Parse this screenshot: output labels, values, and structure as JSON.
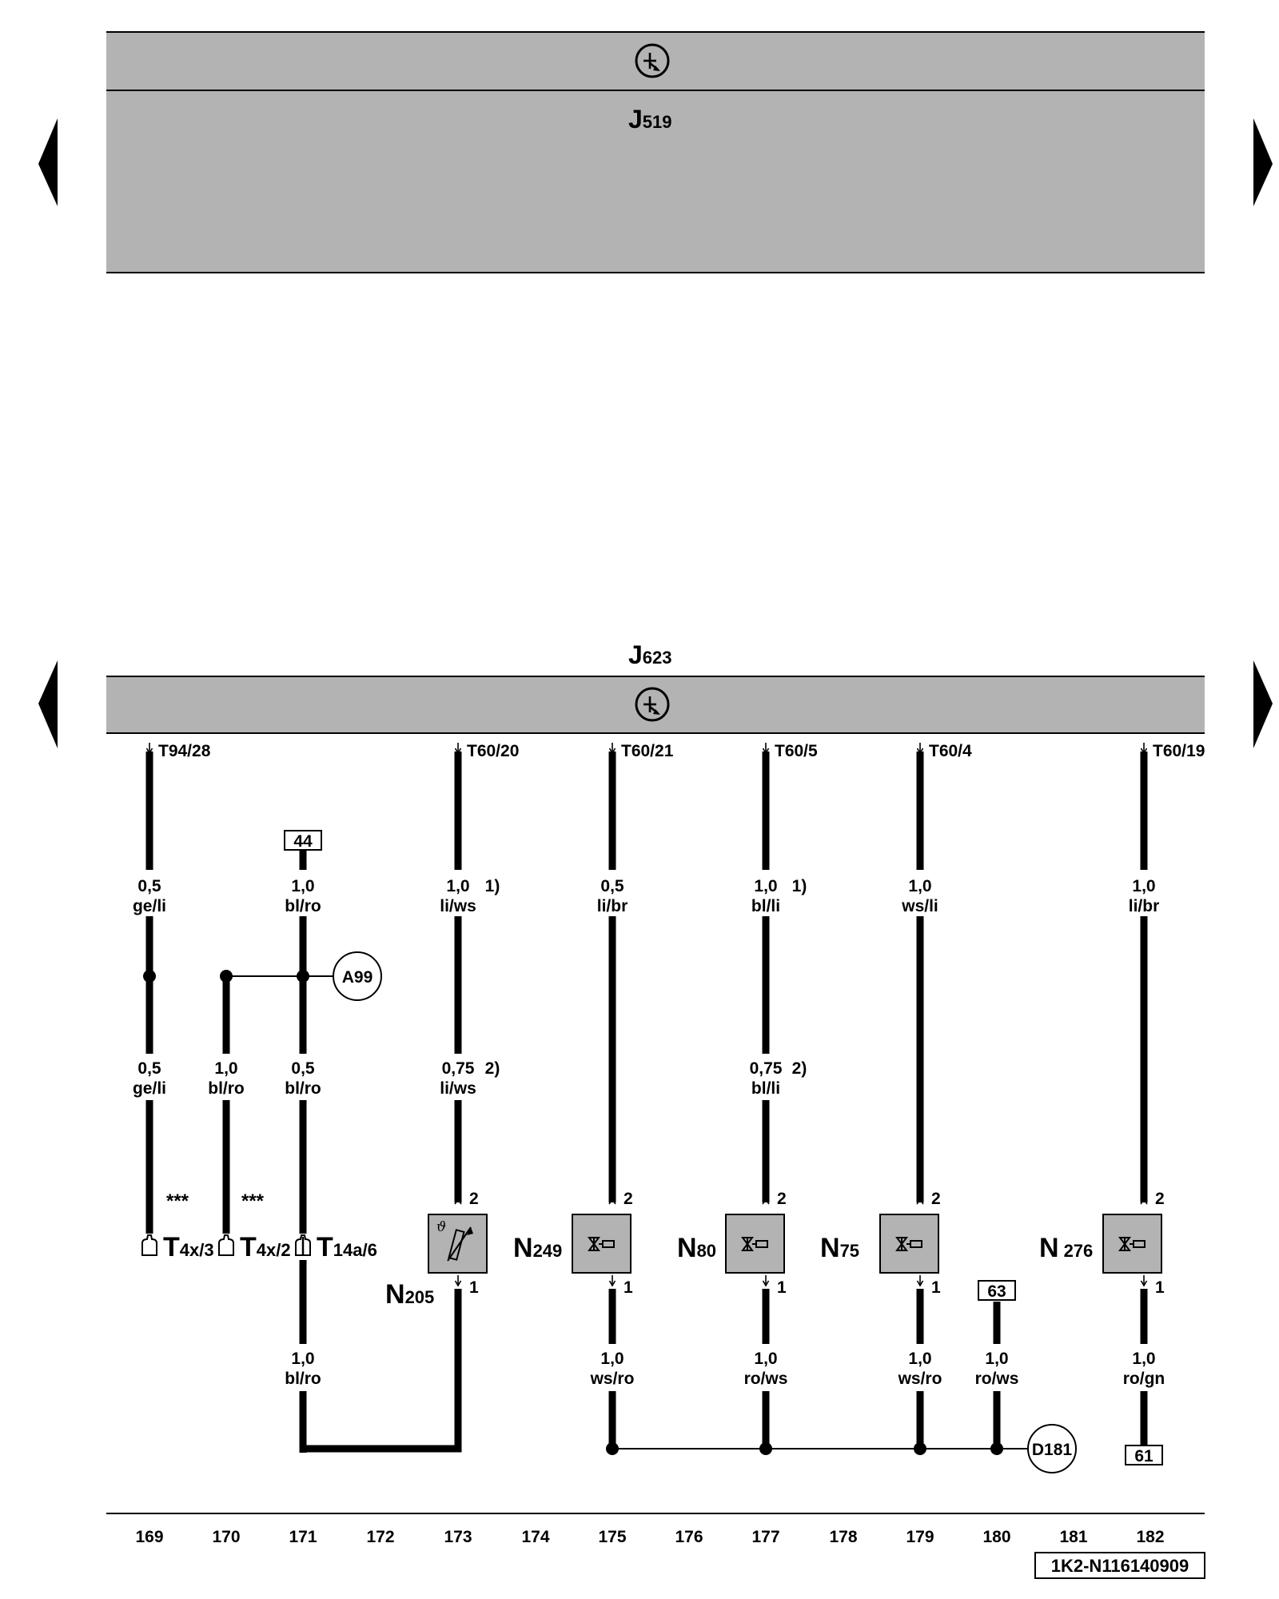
{
  "colors": {
    "module_fill": "#b3b3b3",
    "component_fill": "#b3b3b3",
    "line": "#000000",
    "background": "#ffffff"
  },
  "modules": {
    "top": {
      "name": "J",
      "sub": "519",
      "icon": "control-unit-icon"
    },
    "bottom": {
      "name": "J",
      "sub": "623",
      "icon": "control-unit-icon"
    }
  },
  "nav": {
    "prev_icon": "prev-arrow-icon",
    "next_icon": "next-arrow-icon"
  },
  "pins": {
    "p169": "T94/28",
    "p173": "T60/20",
    "p175": "T60/21",
    "p177": "T60/5",
    "p179": "T60/4",
    "p182": "T60/19"
  },
  "wires": {
    "w169a": {
      "size": "0,5",
      "color": "ge/li"
    },
    "w169b": {
      "size": "0,5",
      "color": "ge/li"
    },
    "w170": {
      "size": "1,0",
      "color": "bl/ro"
    },
    "w171a": {
      "size": "1,0",
      "color": "bl/ro"
    },
    "w171b": {
      "size": "0,5",
      "color": "bl/ro"
    },
    "w171c": {
      "size": "1,0",
      "color": "bl/ro"
    },
    "w173a": {
      "size": "1,0",
      "color": "li/ws",
      "note": "1)"
    },
    "w173b": {
      "size": "0,75",
      "color": "li/ws",
      "note": "2)"
    },
    "w175a": {
      "size": "0,5",
      "color": "li/br"
    },
    "w175b": {
      "size": "1,0",
      "color": "ws/ro"
    },
    "w177a": {
      "size": "1,0",
      "color": "bl/li",
      "note": "1)"
    },
    "w177b": {
      "size": "0,75",
      "color": "bl/li",
      "note": "2)"
    },
    "w177c": {
      "size": "1,0",
      "color": "ro/ws"
    },
    "w179a": {
      "size": "1,0",
      "color": "ws/li"
    },
    "w179b": {
      "size": "1,0",
      "color": "ws/ro"
    },
    "w180": {
      "size": "1,0",
      "color": "ro/ws"
    },
    "w182a": {
      "size": "1,0",
      "color": "li/br"
    },
    "w182b": {
      "size": "1,0",
      "color": "ro/gn"
    }
  },
  "refs": {
    "r44": "44",
    "r63": "63",
    "r61": "61",
    "a99": "A99",
    "d181": "D181"
  },
  "connectors": {
    "t4x3": {
      "name": "T",
      "sub": "4x/3",
      "marker": "***"
    },
    "t4x2": {
      "name": "T",
      "sub": "4x/2",
      "marker": "***"
    },
    "t14a6": {
      "name": "T",
      "sub": "14a/6"
    }
  },
  "components": {
    "n205": {
      "name": "N",
      "sub": "205",
      "pin_top": "2",
      "pin_bottom": "1",
      "icon": "temperature-sensor-icon"
    },
    "n249": {
      "name": "N",
      "sub": "249",
      "pin_top": "2",
      "pin_bottom": "1",
      "icon": "solenoid-valve-icon"
    },
    "n80": {
      "name": "N",
      "sub": "80",
      "pin_top": "2",
      "pin_bottom": "1",
      "icon": "solenoid-valve-icon"
    },
    "n75": {
      "name": "N",
      "sub": "75",
      "pin_top": "2",
      "pin_bottom": "1",
      "icon": "solenoid-valve-icon"
    },
    "n276": {
      "name": "N",
      "sub": "276",
      "pin_top": "2",
      "pin_bottom": "1",
      "icon": "solenoid-valve-icon"
    }
  },
  "tracks": [
    "169",
    "170",
    "171",
    "172",
    "173",
    "174",
    "175",
    "176",
    "177",
    "178",
    "179",
    "180",
    "181",
    "182"
  ],
  "doc_code": "1K2-N116140909"
}
